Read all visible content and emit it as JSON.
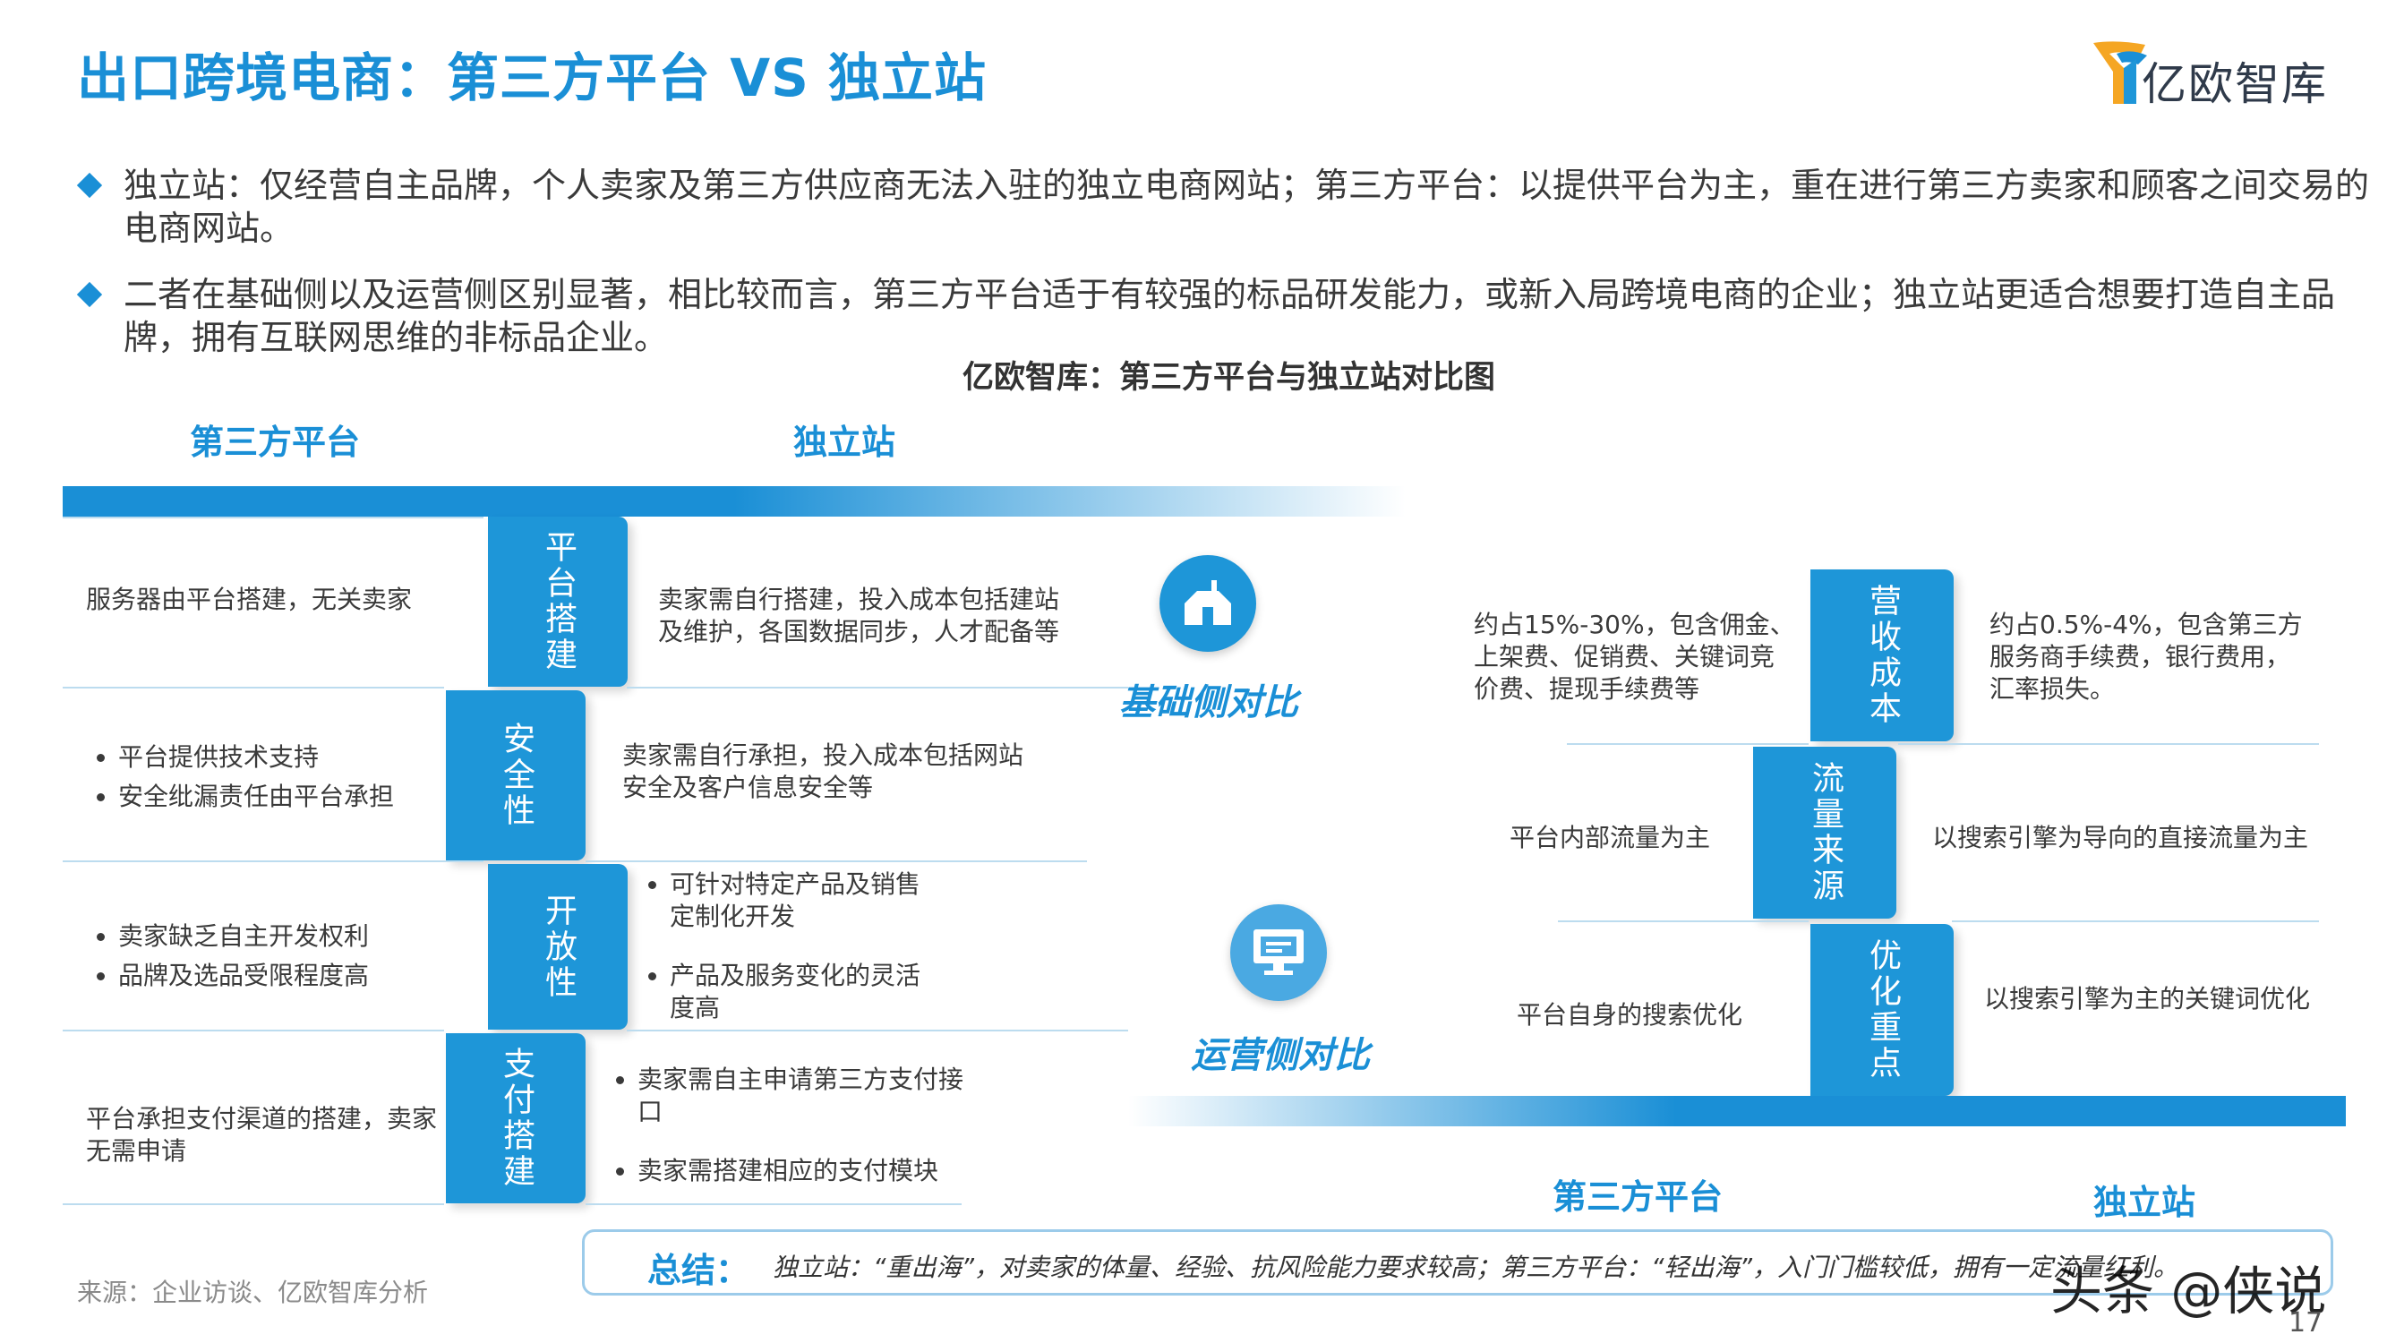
{
  "header": {
    "title": "出口跨境电商：第三方平台 VS 独立站",
    "logo_text": "亿欧智库"
  },
  "bullets": [
    "独立站：仅经营自主品牌，个人卖家及第三方供应商无法入驻的独立电商网站；第三方平台：以提供平台为主，重在进行第三方卖家和顾客之间交易的电商网站。",
    "二者在基础侧以及运营侧区别显著，相比较而言，第三方平台适于有较强的标品研发能力，或新入局跨境电商的企业；独立站更适合想要打造自主品牌，拥有互联网思维的非标品企业。"
  ],
  "chart_title": "亿欧智库：第三方平台与独立站对比图",
  "left_section": {
    "col_third_party": "第三方平台",
    "col_independent": "独立站",
    "rows": [
      {
        "tab": "平台搭建",
        "third_party": [
          "服务器由平台搭建，无关卖家"
        ],
        "independent": [
          "卖家需自行搭建，投入成本包括建站及维护，各国数据同步，人才配备等"
        ]
      },
      {
        "tab": "安全性",
        "third_party": [
          "平台提供技术支持",
          "安全纰漏责任由平台承担"
        ],
        "independent": [
          "卖家需自行承担，投入成本包括网站安全及客户信息安全等"
        ]
      },
      {
        "tab": "开放性",
        "third_party": [
          "卖家缺乏自主开发权利",
          "品牌及选品受限程度高"
        ],
        "independent": [
          "可针对特定产品及销售定制化开发",
          "产品及服务变化的灵活度高"
        ]
      },
      {
        "tab": "支付搭建",
        "third_party": [
          "平台承担支付渠道的搭建，卖家无需申请"
        ],
        "independent": [
          "卖家需自主申请第三方支付接口",
          "卖家需搭建相应的支付模块"
        ]
      }
    ]
  },
  "labels": {
    "basic": "基础侧对比",
    "operation": "运营侧对比"
  },
  "icons": {
    "basic": "building-icon",
    "operation": "monitor-icon"
  },
  "right_section": {
    "col_third_party": "第三方平台",
    "col_independent": "独立站",
    "rows": [
      {
        "tab": "营收成本",
        "third_party": "约占15%-30%，包含佣金、上架费、促销费、关键词竞价费、提现手续费等",
        "independent": "约占0.5%-4%，包含第三方服务商手续费，银行费用，汇率损失。"
      },
      {
        "tab": "流量来源",
        "third_party": "平台内部流量为主",
        "independent": "以搜索引擎为导向的直接流量为主"
      },
      {
        "tab": "优化重点",
        "third_party": "平台自身的搜索优化",
        "independent": "以搜索引擎为主的关键词优化"
      }
    ]
  },
  "summary": {
    "label": "总结：",
    "text": "独立站：“重出海”，对卖家的体量、经验、抗风险能力要求较高；第三方平台：“轻出海”，入门门槛较低，拥有一定流量红利。"
  },
  "source": "来源：企业访谈、亿欧智库分析",
  "watermark": "头条 @侠说",
  "page_number": "17",
  "colors": {
    "accent": "#1a8fd6",
    "tab": "#1e96d8"
  }
}
